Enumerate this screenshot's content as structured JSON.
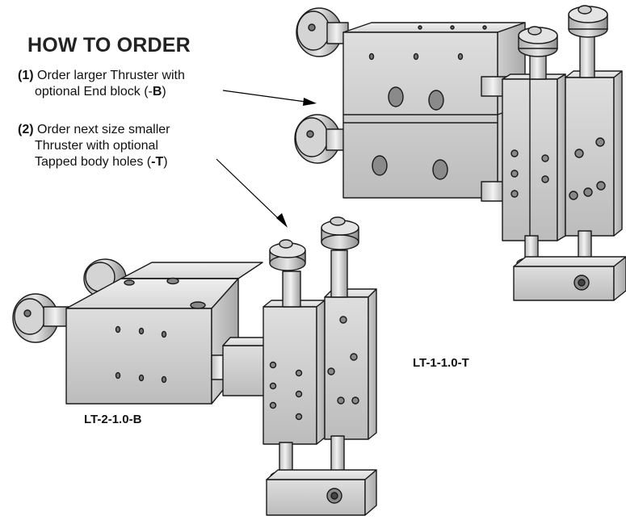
{
  "heading": "HOW TO ORDER",
  "steps": [
    {
      "number": "(1)",
      "line1": "Order larger Thruster with",
      "line2_pre": "optional End block (-",
      "code": "B",
      "line2_post": ")"
    },
    {
      "number": "(2)",
      "line1": "Order next size smaller",
      "line2": "Thruster with optional",
      "line3_pre": "Tapped body holes (",
      "code": "-T",
      "line3_post": ")"
    }
  ],
  "labels": {
    "upper_assembly": "LT-1-1.0-T",
    "lower_assembly": "LT-2-1.0-B"
  },
  "colors": {
    "metal_light": "#dcdcdc",
    "metal_mid": "#c4c4c4",
    "metal_dark": "#9a9a9a",
    "outline": "#1a1a1a"
  }
}
